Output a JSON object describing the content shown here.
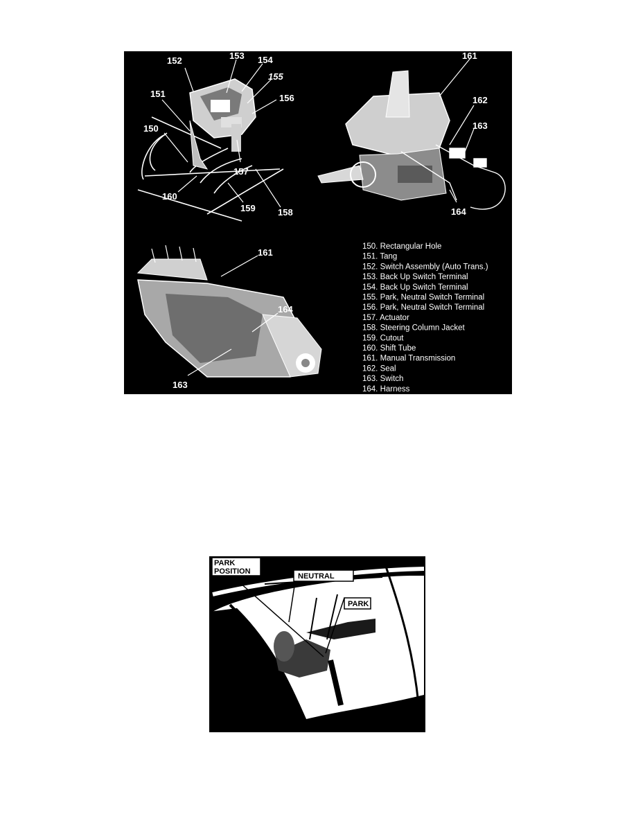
{
  "figure1": {
    "callouts": {
      "c150": "150",
      "c151": "151",
      "c152": "152",
      "c153": "153",
      "c154": "154",
      "c155": "155",
      "c156": "156",
      "c157": "157",
      "c158": "158",
      "c159": "159",
      "c160": "160",
      "c161a": "161",
      "c162": "162",
      "c163a": "163",
      "c164a": "164",
      "c161b": "161",
      "c164b": "164",
      "c163b": "163"
    },
    "legend": [
      "150. Rectangular Hole",
      "151. Tang",
      "152. Switch Assembly (Auto Trans.)",
      "153. Back Up Switch Terminal",
      "154. Back Up Switch Terminal",
      "155. Park, Neutral Switch Terminal",
      "156. Park, Neutral Switch Terminal",
      "157. Actuator",
      "158. Steering Column Jacket",
      "159. Cutout",
      "160. Shift Tube",
      "161. Manual Transmission",
      "162. Seal",
      "163. Switch",
      "164. Harness"
    ]
  },
  "figure2": {
    "labels": {
      "park_position_1": "PARK",
      "park_position_2": "POSITION",
      "neutral": "NEUTRAL",
      "park": "PARK"
    }
  }
}
